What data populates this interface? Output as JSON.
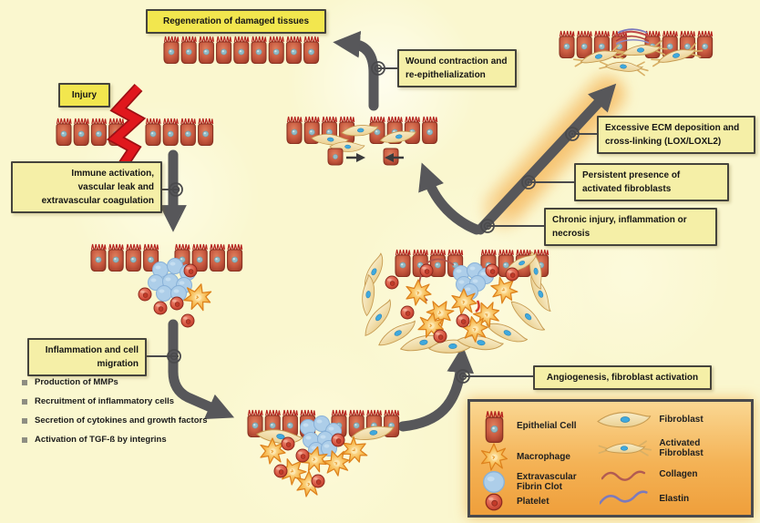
{
  "labels": {
    "regeneration": "Regeneration of damaged tissues",
    "injury": "Injury",
    "immune": "Immune activation,\nvascular leak and\nextravascular coagulation",
    "wound": "Wound contraction and\nre-epithelialization",
    "ecm": "Excessive ECM deposition and\ncross-linking (LOX/LOXL2)",
    "persistent": "Persistent presence of\nactivated fibroblasts",
    "chronic": "Chronic injury, inflammation or\nnecrosis",
    "inflammation": "Inflammation and cell\nmigration",
    "angiogenesis": "Angiogenesis, fibroblast activation"
  },
  "bullets": [
    "Production of MMPs",
    "Recruitment of inflammatory cells",
    "Secretion of cytokines and growth factors",
    "Activation of TGF-ß by integrins"
  ],
  "legend": {
    "left": [
      {
        "icon": "epithelial-cell-icon",
        "label": "Epithelial Cell"
      },
      {
        "icon": "macrophage-icon",
        "label": "Macrophage"
      },
      {
        "icon": "fibrin-clot-icon",
        "label": "Extravascular Fibrin Clot"
      },
      {
        "icon": "platelet-icon",
        "label": "Platelet"
      }
    ],
    "right": [
      {
        "icon": "fibroblast-icon",
        "label": "Fibroblast"
      },
      {
        "icon": "activated-fibroblast-icon",
        "label": "Activated Fibroblast"
      },
      {
        "icon": "collagen-icon",
        "label": "Collagen"
      },
      {
        "icon": "elastin-icon",
        "label": "Elastin"
      }
    ]
  },
  "colors": {
    "background": "#FAF7CF",
    "label_bright_yellow": "#F2E64E",
    "label_pale_yellow": "#F5EFA7",
    "label_border": "#45443C",
    "arrow_gray": "#57575A",
    "arrow_glow_orange": "#F4A53E",
    "legend_orange": "#F3A94A",
    "epithelial_red": "#B54432",
    "macrophage_orange": "#F4A42C",
    "fibrin_blue": "#ABCDE8",
    "platelet_red": "#C84030",
    "fibroblast_cream": "#F2DFAC",
    "collagen_maroon": "#B25B52",
    "elastin_purple": "#7C7ABB",
    "bolt_red": "#E0171D"
  }
}
